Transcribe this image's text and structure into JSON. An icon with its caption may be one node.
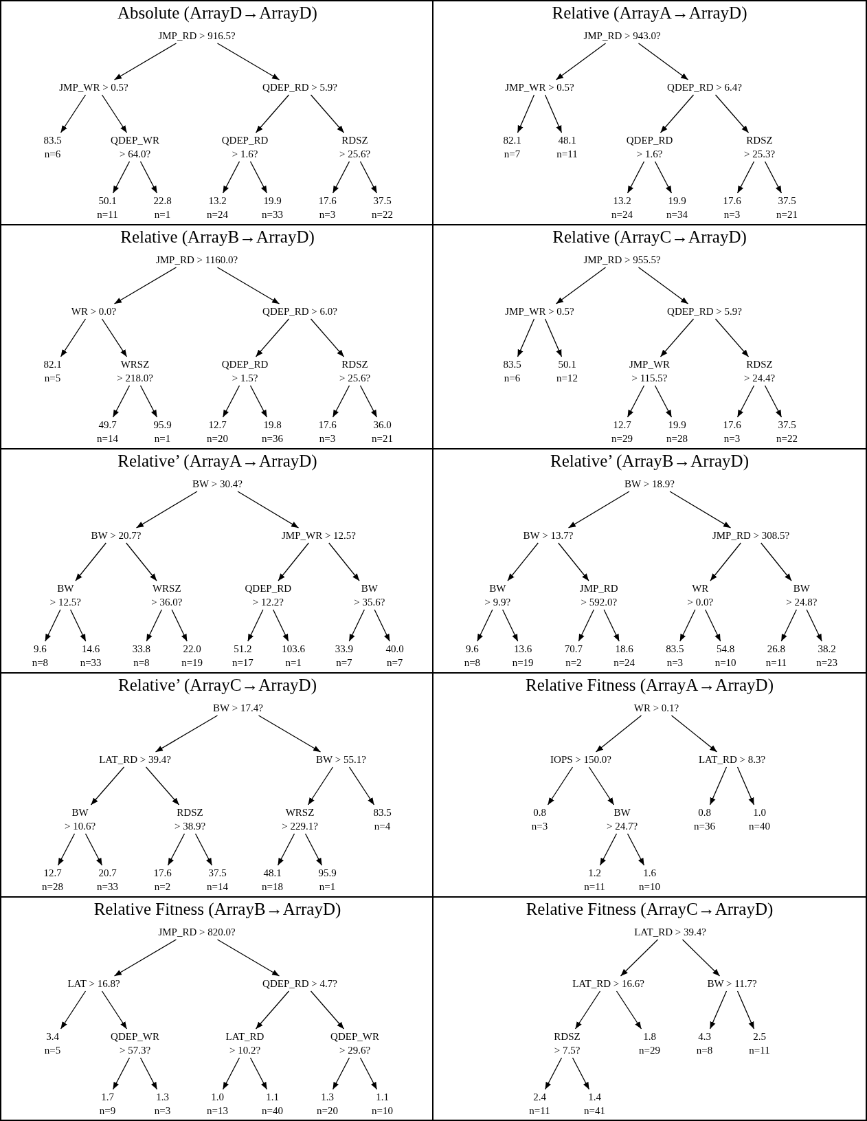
{
  "diagram": {
    "nodes": [
      {
        "text": [
          "Absolute (ArrayD→ArrayD)"
        ]
      },
      {
        "text": [
          "JMP_RD > 916.5?"
        ],
        "in": 0
      },
      {
        "text": [
          "JMP_WR > 0.5?"
        ],
        "in": 0
      },
      {
        "text": [
          "QDEP_RD > 5.9?"
        ],
        "in": 0
      },
      {
        "text": [
          "83.5",
          "n=6"
        ],
        "in": 0
      },
      {
        "text": [
          "QDEP_WR",
          "> 64.0?"
        ],
        "in": 0
      },
      {
        "text": [
          "QDEP_RD",
          "> 1.6?"
        ],
        "in": 0
      },
      {
        "text": [
          "RDSZ",
          "> 25.6?"
        ],
        "in": 0
      },
      {
        "text": [
          "50.1",
          "n=11"
        ],
        "in": 0
      },
      {
        "text": [
          "22.8",
          "n=1"
        ],
        "in": 0
      },
      {
        "text": [
          "13.2",
          "n=24"
        ],
        "in": 0
      },
      {
        "text": [
          "19.9",
          "n=33"
        ],
        "in": 0
      },
      {
        "text": [
          "17.6",
          "n=3"
        ],
        "in": 0
      },
      {
        "text": [
          "37.5",
          "n=22"
        ],
        "in": 0
      },
      {
        "text": [
          "Relative (ArrayA→ArrayD)"
        ]
      },
      {
        "text": [
          "JMP_RD > 943.0?"
        ],
        "in": 14
      },
      {
        "text": [
          "JMP_WR > 0.5?"
        ],
        "in": 14
      },
      {
        "text": [
          "QDEP_RD > 6.4?"
        ],
        "in": 14
      },
      {
        "text": [
          "82.1",
          "n=7"
        ],
        "in": 14
      },
      {
        "text": [
          "48.1",
          "n=11"
        ],
        "in": 14
      },
      {
        "text": [
          "QDEP_RD",
          "> 1.6?"
        ],
        "in": 14
      },
      {
        "text": [
          "RDSZ",
          "> 25.3?"
        ],
        "in": 14
      },
      {
        "text": [
          "13.2",
          "n=24"
        ],
        "in": 14
      },
      {
        "text": [
          "19.9",
          "n=34"
        ],
        "in": 14
      },
      {
        "text": [
          "17.6",
          "n=3"
        ],
        "in": 14
      },
      {
        "text": [
          "37.5",
          "n=21"
        ],
        "in": 14
      },
      {
        "text": [
          "Relative (ArrayB→ArrayD)"
        ]
      },
      {
        "text": [
          "JMP_RD > 1160.0?"
        ],
        "in": 26
      },
      {
        "text": [
          "WR > 0.0?"
        ],
        "in": 26
      },
      {
        "text": [
          "QDEP_RD > 6.0?"
        ],
        "in": 26
      },
      {
        "text": [
          "82.1",
          "n=5"
        ],
        "in": 26
      },
      {
        "text": [
          "WRSZ",
          "> 218.0?"
        ],
        "in": 26
      },
      {
        "text": [
          "QDEP_RD",
          "> 1.5?"
        ],
        "in": 26
      },
      {
        "text": [
          "RDSZ",
          "> 25.6?"
        ],
        "in": 26
      },
      {
        "text": [
          "49.7",
          "n=14"
        ],
        "in": 26
      },
      {
        "text": [
          "95.9",
          "n=1"
        ],
        "in": 26
      },
      {
        "text": [
          "12.7",
          "n=20"
        ],
        "in": 26
      },
      {
        "text": [
          "19.8",
          "n=36"
        ],
        "in": 26
      },
      {
        "text": [
          "17.6",
          "n=3"
        ],
        "in": 26
      },
      {
        "text": [
          "36.0",
          "n=21"
        ],
        "in": 26
      },
      {
        "text": [
          "Relative (ArrayC→ArrayD)"
        ]
      },
      {
        "text": [
          "JMP_RD > 955.5?"
        ],
        "in": 40
      },
      {
        "text": [
          "JMP_WR > 0.5?"
        ],
        "in": 40
      },
      {
        "text": [
          "QDEP_RD > 5.9?"
        ],
        "in": 40
      },
      {
        "text": [
          "83.5",
          "n=6"
        ],
        "in": 40
      },
      {
        "text": [
          "50.1",
          "n=12"
        ],
        "in": 40
      },
      {
        "text": [
          "JMP_WR",
          "> 115.5?"
        ],
        "in": 40
      },
      {
        "text": [
          "RDSZ",
          "> 24.4?"
        ],
        "in": 40
      },
      {
        "text": [
          "12.7",
          "n=29"
        ],
        "in": 40
      },
      {
        "text": [
          "19.9",
          "n=28"
        ],
        "in": 40
      },
      {
        "text": [
          "17.6",
          "n=3"
        ],
        "in": 40
      },
      {
        "text": [
          "37.5",
          "n=22"
        ],
        "in": 40
      },
      {
        "text": [
          "Relative’ (ArrayA→ArrayD)"
        ]
      },
      {
        "text": [
          "BW > 30.4?"
        ],
        "in": 52
      },
      {
        "text": [
          "BW > 20.7?"
        ],
        "in": 52
      },
      {
        "text": [
          "JMP_WR > 12.5?"
        ],
        "in": 52
      },
      {
        "text": [
          "BW",
          "> 12.5?"
        ],
        "in": 52
      },
      {
        "text": [
          "WRSZ",
          "> 36.0?"
        ],
        "in": 52
      },
      {
        "text": [
          "QDEP_RD",
          "> 12.2?"
        ],
        "in": 52
      },
      {
        "text": [
          "BW",
          "> 35.6?"
        ],
        "in": 52
      },
      {
        "text": [
          "9.6",
          "n=8"
        ],
        "in": 52
      },
      {
        "text": [
          "14.6",
          "n=33"
        ],
        "in": 52
      },
      {
        "text": [
          "33.8",
          "n=8"
        ],
        "in": 52
      },
      {
        "text": [
          "22.0",
          "n=19"
        ],
        "in": 52
      },
      {
        "text": [
          "51.2",
          "n=17"
        ],
        "in": 52
      },
      {
        "text": [
          "103.6",
          "n=1"
        ],
        "in": 52
      },
      {
        "text": [
          "33.9",
          "n=7"
        ],
        "in": 52
      },
      {
        "text": [
          "40.0",
          "n=7"
        ],
        "in": 52
      },
      {
        "text": [
          "Relative’ (ArrayB→ArrayD)"
        ]
      },
      {
        "text": [
          "BW > 18.9?"
        ],
        "in": 68
      },
      {
        "text": [
          "BW > 13.7?"
        ],
        "in": 68
      },
      {
        "text": [
          "JMP_RD > 308.5?"
        ],
        "in": 68
      },
      {
        "text": [
          "BW",
          "> 9.9?"
        ],
        "in": 68
      },
      {
        "text": [
          "JMP_RD",
          "> 592.0?"
        ],
        "in": 68
      },
      {
        "text": [
          "WR",
          "> 0.0?"
        ],
        "in": 68
      },
      {
        "text": [
          "BW",
          "> 24.8?"
        ],
        "in": 68
      },
      {
        "text": [
          "9.6",
          "n=8"
        ],
        "in": 68
      },
      {
        "text": [
          "13.6",
          "n=19"
        ],
        "in": 68
      },
      {
        "text": [
          "70.7",
          "n=2"
        ],
        "in": 68
      },
      {
        "text": [
          "18.6",
          "n=24"
        ],
        "in": 68
      },
      {
        "text": [
          "83.5",
          "n=3"
        ],
        "in": 68
      },
      {
        "text": [
          "54.8",
          "n=10"
        ],
        "in": 68
      },
      {
        "text": [
          "26.8",
          "n=11"
        ],
        "in": 68
      },
      {
        "text": [
          "38.2",
          "n=23"
        ],
        "in": 68
      },
      {
        "text": [
          "Relative’ (ArrayC→ArrayD)"
        ]
      },
      {
        "text": [
          "BW > 17.4?"
        ],
        "in": 84
      },
      {
        "text": [
          "LAT_RD > 39.4?"
        ],
        "in": 84
      },
      {
        "text": [
          "BW > 55.1?"
        ],
        "in": 84
      },
      {
        "text": [
          "BW",
          "> 10.6?"
        ],
        "in": 84
      },
      {
        "text": [
          "RDSZ",
          "> 38.9?"
        ],
        "in": 84
      },
      {
        "text": [
          "WRSZ",
          "> 229.1?"
        ],
        "in": 84
      },
      {
        "text": [
          "83.5",
          "n=4"
        ],
        "in": 84
      },
      {
        "text": [
          "12.7",
          "n=28"
        ],
        "in": 84
      },
      {
        "text": [
          "20.7",
          "n=33"
        ],
        "in": 84
      },
      {
        "text": [
          "17.6",
          "n=2"
        ],
        "in": 84
      },
      {
        "text": [
          "37.5",
          "n=14"
        ],
        "in": 84
      },
      {
        "text": [
          "48.1",
          "n=18"
        ],
        "in": 84
      },
      {
        "text": [
          "95.9",
          "n=1"
        ],
        "in": 84
      },
      {
        "text": [
          "Relative Fitness (ArrayA→ArrayD)"
        ]
      },
      {
        "text": [
          "WR > 0.1?"
        ],
        "in": 98
      },
      {
        "text": [
          "IOPS > 150.0?"
        ],
        "in": 98
      },
      {
        "text": [
          "LAT_RD > 8.3?"
        ],
        "in": 98
      },
      {
        "text": [
          "0.8",
          "n=3"
        ],
        "in": 98
      },
      {
        "text": [
          "BW",
          "> 24.7?"
        ],
        "in": 98
      },
      {
        "text": [
          "0.8",
          "n=36"
        ],
        "in": 98
      },
      {
        "text": [
          "1.0",
          "n=40"
        ],
        "in": 98
      },
      {
        "text": [
          "1.2",
          "n=11"
        ],
        "in": 98
      },
      {
        "text": [
          "1.6",
          "n=10"
        ],
        "in": 98
      },
      {
        "text": [
          "Relative Fitness (ArrayB→ArrayD)"
        ]
      },
      {
        "text": [
          "JMP_RD > 820.0?"
        ],
        "in": 108
      },
      {
        "text": [
          "LAT > 16.8?"
        ],
        "in": 108
      },
      {
        "text": [
          "QDEP_RD > 4.7?"
        ],
        "in": 108
      },
      {
        "text": [
          "3.4",
          "n=5"
        ],
        "in": 108
      },
      {
        "text": [
          "QDEP_WR",
          "> 57.3?"
        ],
        "in": 108
      },
      {
        "text": [
          "LAT_RD",
          "> 10.2?"
        ],
        "in": 108
      },
      {
        "text": [
          "QDEP_WR",
          "> 29.6?"
        ],
        "in": 108
      },
      {
        "text": [
          "1.7",
          "n=9"
        ],
        "in": 108
      },
      {
        "text": [
          "1.3",
          "n=3"
        ],
        "in": 108
      },
      {
        "text": [
          "1.0",
          "n=13"
        ],
        "in": 108
      },
      {
        "text": [
          "1.1",
          "n=40"
        ],
        "in": 108
      },
      {
        "text": [
          "1.3",
          "n=20"
        ],
        "in": 108
      },
      {
        "text": [
          "1.1",
          "n=10"
        ],
        "in": 108
      },
      {
        "text": [
          "Relative Fitness (ArrayC→ArrayD)"
        ]
      },
      {
        "text": [
          "LAT_RD > 39.4?"
        ],
        "in": 122
      },
      {
        "text": [
          "LAT_RD > 16.6?"
        ],
        "in": 122
      },
      {
        "text": [
          "BW > 11.7?"
        ],
        "in": 122
      },
      {
        "text": [
          "RDSZ",
          "> 7.5?"
        ],
        "in": 122
      },
      {
        "text": [
          "1.8",
          "n=29"
        ],
        "in": 122
      },
      {
        "text": [
          "4.3",
          "n=8"
        ],
        "in": 122
      },
      {
        "text": [
          "2.5",
          "n=11"
        ],
        "in": 122
      },
      {
        "text": [
          "2.4",
          "n=11"
        ],
        "in": 122
      },
      {
        "text": [
          "1.4",
          "n=41"
        ],
        "in": 122
      }
    ],
    "edges": [
      {
        "from": 1,
        "to": 2,
        "arrow": "to"
      },
      {
        "from": 1,
        "to": 3,
        "arrow": "to"
      },
      {
        "from": 2,
        "to": 4,
        "arrow": "to"
      },
      {
        "from": 2,
        "to": 5,
        "arrow": "to"
      },
      {
        "from": 3,
        "to": 6,
        "arrow": "to"
      },
      {
        "from": 3,
        "to": 7,
        "arrow": "to"
      },
      {
        "from": 5,
        "to": 8,
        "arrow": "to"
      },
      {
        "from": 5,
        "to": 9,
        "arrow": "to"
      },
      {
        "from": 6,
        "to": 10,
        "arrow": "to"
      },
      {
        "from": 6,
        "to": 11,
        "arrow": "to"
      },
      {
        "from": 7,
        "to": 12,
        "arrow": "to"
      },
      {
        "from": 7,
        "to": 13,
        "arrow": "to"
      },
      {
        "from": 15,
        "to": 16,
        "arrow": "to"
      },
      {
        "from": 15,
        "to": 17,
        "arrow": "to"
      },
      {
        "from": 16,
        "to": 18,
        "arrow": "to"
      },
      {
        "from": 16,
        "to": 19,
        "arrow": "to"
      },
      {
        "from": 17,
        "to": 20,
        "arrow": "to"
      },
      {
        "from": 17,
        "to": 21,
        "arrow": "to"
      },
      {
        "from": 20,
        "to": 22,
        "arrow": "to"
      },
      {
        "from": 20,
        "to": 23,
        "arrow": "to"
      },
      {
        "from": 21,
        "to": 24,
        "arrow": "to"
      },
      {
        "from": 21,
        "to": 25,
        "arrow": "to"
      },
      {
        "from": 27,
        "to": 28,
        "arrow": "to"
      },
      {
        "from": 27,
        "to": 29,
        "arrow": "to"
      },
      {
        "from": 28,
        "to": 30,
        "arrow": "to"
      },
      {
        "from": 28,
        "to": 31,
        "arrow": "to"
      },
      {
        "from": 29,
        "to": 32,
        "arrow": "to"
      },
      {
        "from": 29,
        "to": 33,
        "arrow": "to"
      },
      {
        "from": 31,
        "to": 34,
        "arrow": "to"
      },
      {
        "from": 31,
        "to": 35,
        "arrow": "to"
      },
      {
        "from": 32,
        "to": 36,
        "arrow": "to"
      },
      {
        "from": 32,
        "to": 37,
        "arrow": "to"
      },
      {
        "from": 33,
        "to": 38,
        "arrow": "to"
      },
      {
        "from": 33,
        "to": 39,
        "arrow": "to"
      },
      {
        "from": 41,
        "to": 42,
        "arrow": "to"
      },
      {
        "from": 41,
        "to": 43,
        "arrow": "to"
      },
      {
        "from": 42,
        "to": 44,
        "arrow": "to"
      },
      {
        "from": 42,
        "to": 45,
        "arrow": "to"
      },
      {
        "from": 43,
        "to": 46,
        "arrow": "to"
      },
      {
        "from": 43,
        "to": 47,
        "arrow": "to"
      },
      {
        "from": 46,
        "to": 48,
        "arrow": "to"
      },
      {
        "from": 46,
        "to": 49,
        "arrow": "to"
      },
      {
        "from": 47,
        "to": 50,
        "arrow": "to"
      },
      {
        "from": 47,
        "to": 51,
        "arrow": "to"
      },
      {
        "from": 53,
        "to": 54,
        "arrow": "to"
      },
      {
        "from": 53,
        "to": 55,
        "arrow": "to"
      },
      {
        "from": 54,
        "to": 56,
        "arrow": "to"
      },
      {
        "from": 54,
        "to": 57,
        "arrow": "to"
      },
      {
        "from": 55,
        "to": 58,
        "arrow": "to"
      },
      {
        "from": 55,
        "to": 59,
        "arrow": "to"
      },
      {
        "from": 56,
        "to": 60,
        "arrow": "to"
      },
      {
        "from": 56,
        "to": 61,
        "arrow": "to"
      },
      {
        "from": 57,
        "to": 62,
        "arrow": "to"
      },
      {
        "from": 57,
        "to": 63,
        "arrow": "to"
      },
      {
        "from": 58,
        "to": 64,
        "arrow": "to"
      },
      {
        "from": 58,
        "to": 65,
        "arrow": "to"
      },
      {
        "from": 59,
        "to": 66,
        "arrow": "to"
      },
      {
        "from": 59,
        "to": 67,
        "arrow": "to"
      },
      {
        "from": 69,
        "to": 70,
        "arrow": "to"
      },
      {
        "from": 69,
        "to": 71,
        "arrow": "to"
      },
      {
        "from": 70,
        "to": 72,
        "arrow": "to"
      },
      {
        "from": 70,
        "to": 73,
        "arrow": "to"
      },
      {
        "from": 71,
        "to": 74,
        "arrow": "to"
      },
      {
        "from": 71,
        "to": 75,
        "arrow": "to"
      },
      {
        "from": 72,
        "to": 76,
        "arrow": "to"
      },
      {
        "from": 72,
        "to": 77,
        "arrow": "to"
      },
      {
        "from": 73,
        "to": 78,
        "arrow": "to"
      },
      {
        "from": 73,
        "to": 79,
        "arrow": "to"
      },
      {
        "from": 74,
        "to": 80,
        "arrow": "to"
      },
      {
        "from": 74,
        "to": 81,
        "arrow": "to"
      },
      {
        "from": 75,
        "to": 82,
        "arrow": "to"
      },
      {
        "from": 75,
        "to": 83,
        "arrow": "to"
      },
      {
        "from": 85,
        "to": 86,
        "arrow": "to"
      },
      {
        "from": 85,
        "to": 87,
        "arrow": "to"
      },
      {
        "from": 86,
        "to": 88,
        "arrow": "to"
      },
      {
        "from": 86,
        "to": 89,
        "arrow": "to"
      },
      {
        "from": 87,
        "to": 90,
        "arrow": "to"
      },
      {
        "from": 87,
        "to": 91,
        "arrow": "to"
      },
      {
        "from": 88,
        "to": 92,
        "arrow": "to"
      },
      {
        "from": 88,
        "to": 93,
        "arrow": "to"
      },
      {
        "from": 89,
        "to": 94,
        "arrow": "to"
      },
      {
        "from": 89,
        "to": 95,
        "arrow": "to"
      },
      {
        "from": 90,
        "to": 96,
        "arrow": "to"
      },
      {
        "from": 90,
        "to": 97,
        "arrow": "to"
      },
      {
        "from": 99,
        "to": 100,
        "arrow": "to"
      },
      {
        "from": 99,
        "to": 101,
        "arrow": "to"
      },
      {
        "from": 100,
        "to": 102,
        "arrow": "to"
      },
      {
        "from": 100,
        "to": 103,
        "arrow": "to"
      },
      {
        "from": 101,
        "to": 104,
        "arrow": "to"
      },
      {
        "from": 101,
        "to": 105,
        "arrow": "to"
      },
      {
        "from": 103,
        "to": 106,
        "arrow": "to"
      },
      {
        "from": 103,
        "to": 107,
        "arrow": "to"
      },
      {
        "from": 109,
        "to": 110,
        "arrow": "to"
      },
      {
        "from": 109,
        "to": 111,
        "arrow": "to"
      },
      {
        "from": 110,
        "to": 112,
        "arrow": "to"
      },
      {
        "from": 110,
        "to": 113,
        "arrow": "to"
      },
      {
        "from": 111,
        "to": 114,
        "arrow": "to"
      },
      {
        "from": 111,
        "to": 115,
        "arrow": "to"
      },
      {
        "from": 113,
        "to": 116,
        "arrow": "to"
      },
      {
        "from": 113,
        "to": 117,
        "arrow": "to"
      },
      {
        "from": 114,
        "to": 118,
        "arrow": "to"
      },
      {
        "from": 114,
        "to": 119,
        "arrow": "to"
      },
      {
        "from": 115,
        "to": 120,
        "arrow": "to"
      },
      {
        "from": 115,
        "to": 121,
        "arrow": "to"
      },
      {
        "from": 123,
        "to": 124,
        "arrow": "to"
      },
      {
        "from": 123,
        "to": 125,
        "arrow": "to"
      },
      {
        "from": 124,
        "to": 126,
        "arrow": "to"
      },
      {
        "from": 124,
        "to": 127,
        "arrow": "to"
      },
      {
        "from": 125,
        "to": 128,
        "arrow": "to"
      },
      {
        "from": 125,
        "to": 129,
        "arrow": "to"
      },
      {
        "from": 126,
        "to": 130,
        "arrow": "to"
      },
      {
        "from": 126,
        "to": 131,
        "arrow": "to"
      }
    ]
  }
}
